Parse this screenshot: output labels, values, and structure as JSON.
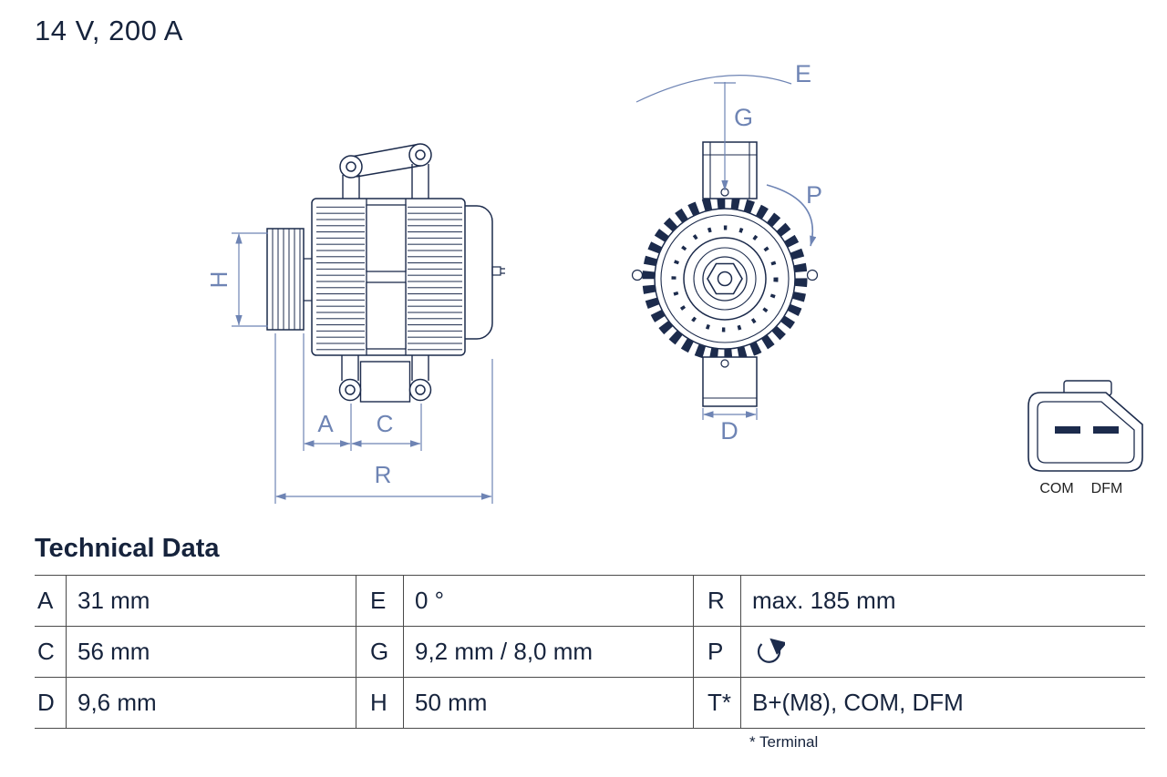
{
  "header": {
    "title": "14 V, 200 A"
  },
  "drawing": {
    "dimension_labels": {
      "h": "H",
      "a": "A",
      "c": "C",
      "r": "R",
      "e": "E",
      "g": "G",
      "p": "P",
      "d": "D"
    },
    "connector_labels": {
      "com": "COM",
      "dfm": "DFM"
    }
  },
  "technical_data": {
    "heading": "Technical Data",
    "rows": [
      {
        "cells": [
          {
            "key": "A",
            "value": "31 mm"
          },
          {
            "key": "E",
            "value": "0 °"
          },
          {
            "key": "R",
            "value": "max. 185 mm"
          }
        ]
      },
      {
        "cells": [
          {
            "key": "C",
            "value": "56 mm"
          },
          {
            "key": "G",
            "value": "9,2 mm / 8,0 mm"
          },
          {
            "key": "P",
            "value": "",
            "icon": "rotation-direction-icon"
          }
        ]
      },
      {
        "cells": [
          {
            "key": "D",
            "value": "9,6 mm"
          },
          {
            "key": "H",
            "value": "50 mm"
          },
          {
            "key": "T*",
            "value": "B+(M8), COM, DFM"
          }
        ]
      }
    ],
    "footnote": "* Terminal"
  },
  "colors": {
    "line": "#1c2b4c",
    "dimension": "#6e84b4",
    "text": "#16233c"
  }
}
